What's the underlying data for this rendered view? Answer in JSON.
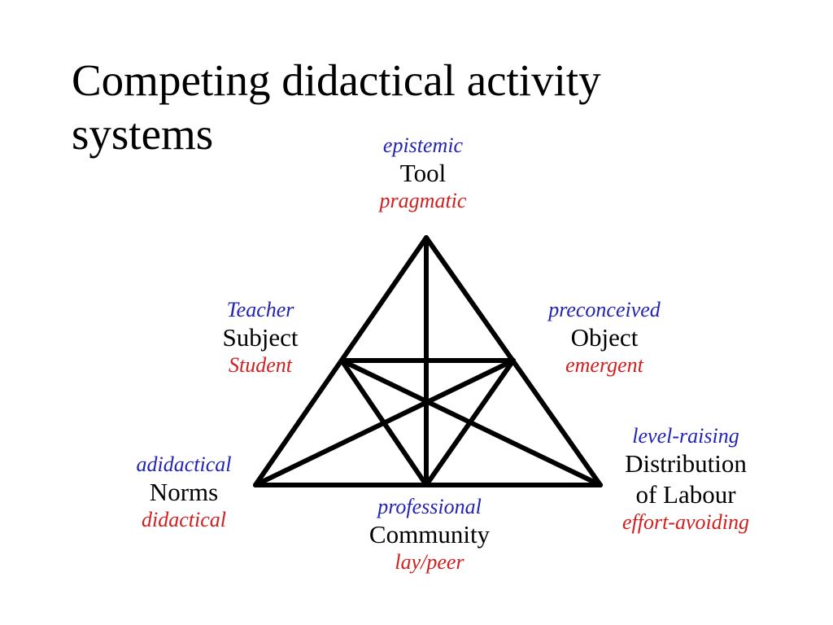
{
  "slide": {
    "title_line1": "Competing didactical activity",
    "title_line2": "systems"
  },
  "colors": {
    "first_position": "#2323b4",
    "second_position": "#d21e1e",
    "lines": "#000000",
    "text": "#000000"
  },
  "nodes": {
    "tool": {
      "first": "epistemic",
      "label": "Tool",
      "second": "pragmatic"
    },
    "subject": {
      "first": "Teacher",
      "label": "Subject",
      "second": "Student"
    },
    "object": {
      "first": "preconceived",
      "label": "Object",
      "second": "emergent"
    },
    "norms": {
      "first": "adidactical",
      "label": "Norms",
      "second": "didactical"
    },
    "community": {
      "first": "professional",
      "label": "Community",
      "second": "lay/peer"
    },
    "division": {
      "first": "level-raising",
      "label_line1": "Distribution",
      "label_line2": "of Labour",
      "second": "effort-avoiding"
    }
  }
}
